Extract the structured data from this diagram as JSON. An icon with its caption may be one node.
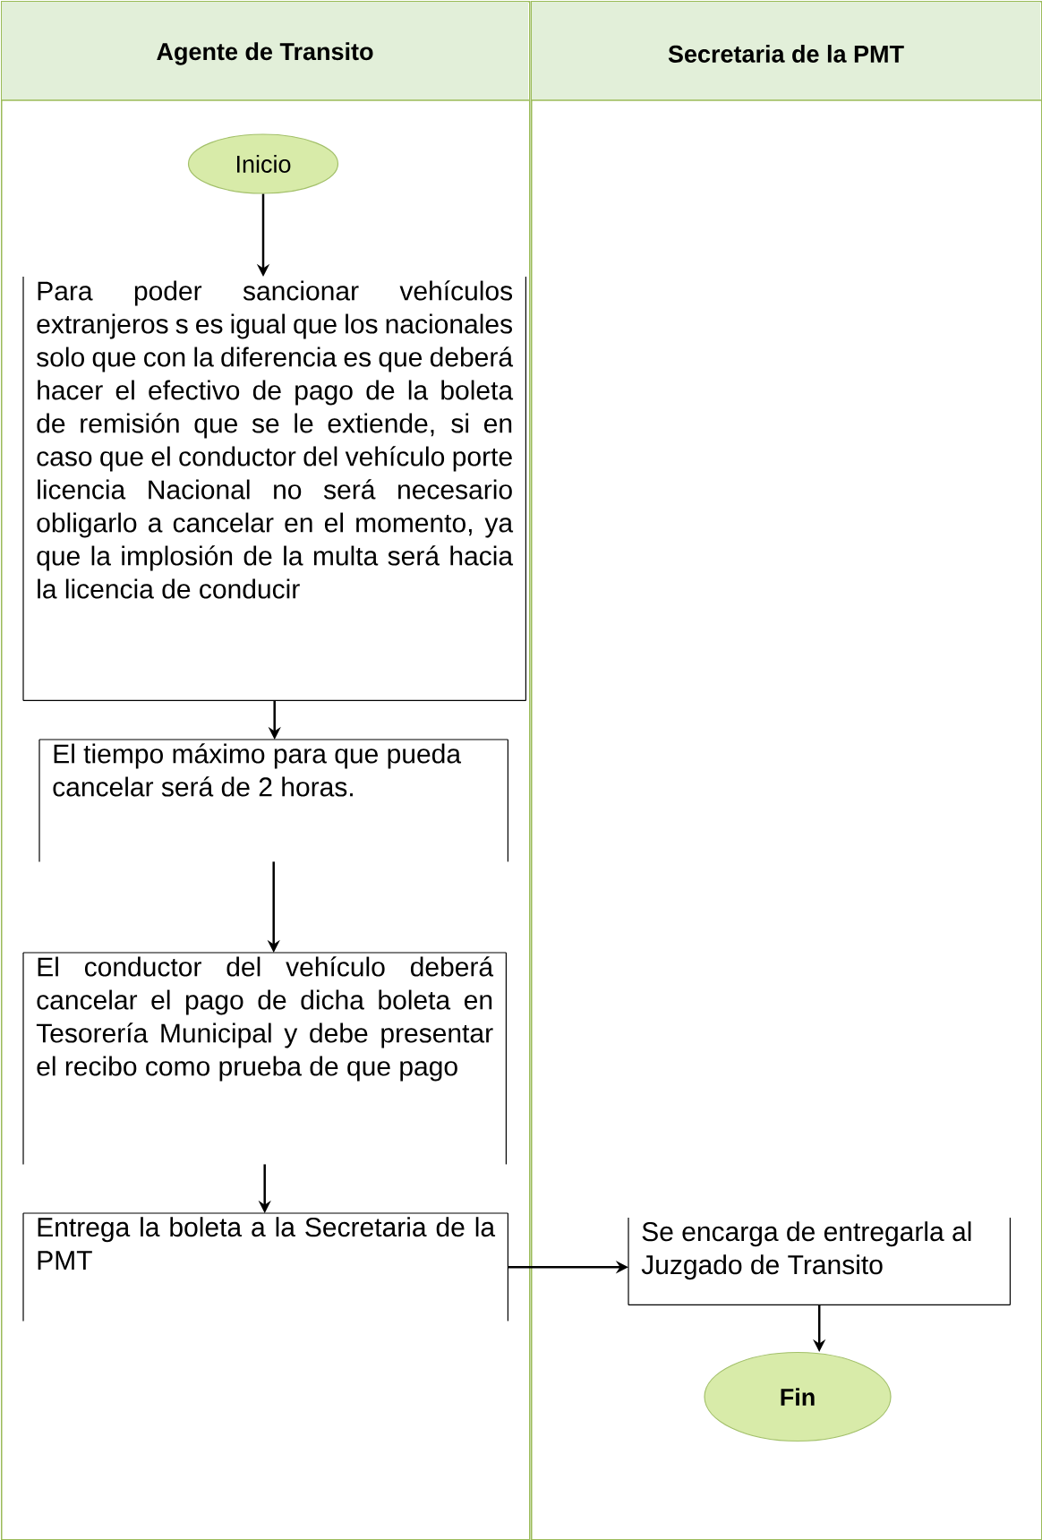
{
  "diagram": {
    "nodes": [
      {
        "text": [
          "Agente de Transito"
        ]
      },
      {
        "text": [
          "Secretaria de la PMT"
        ]
      },
      {
        "text": [
          "Inicio"
        ],
        "in": 0
      },
      {
        "text": [
          "Para poder sancionar vehículos extranjeros s es igual que los nacionales solo que con la diferencia es que deberá hacer el efectivo de pago de la boleta de remisión que se le extiende, si en caso que el conductor del vehículo porte licencia Nacional no será necesario obligarlo a cancelar en el momento, ya que la implosión de la multa será hacia la licencia de conducir"
        ],
        "in": 0
      },
      {
        "text": [
          "El tiempo máximo para que pueda cancelar será de 2 horas."
        ],
        "in": 0
      },
      {
        "text": [
          "El conductor del vehículo deberá cancelar el pago de dicha boleta en Tesorería Municipal y debe presentar el recibo como prueba de que pago"
        ],
        "in": 0
      },
      {
        "text": [
          "Entrega la boleta a la Secretaria de la PMT"
        ],
        "in": 0
      },
      {
        "text": [
          "Se encarga de entregarla al Juzgado de Transito"
        ],
        "in": 1
      },
      {
        "text": [
          "Fin"
        ],
        "in": 1
      }
    ],
    "edges": [
      {
        "from": 2,
        "to": 3,
        "arrow": "to"
      },
      {
        "from": 3,
        "to": 4,
        "arrow": "to"
      },
      {
        "from": 4,
        "to": 5,
        "arrow": "to"
      },
      {
        "from": 5,
        "to": 6,
        "arrow": "to"
      },
      {
        "from": 6,
        "to": 7,
        "arrow": "to"
      },
      {
        "from": 7,
        "to": 8,
        "arrow": "to"
      }
    ]
  }
}
